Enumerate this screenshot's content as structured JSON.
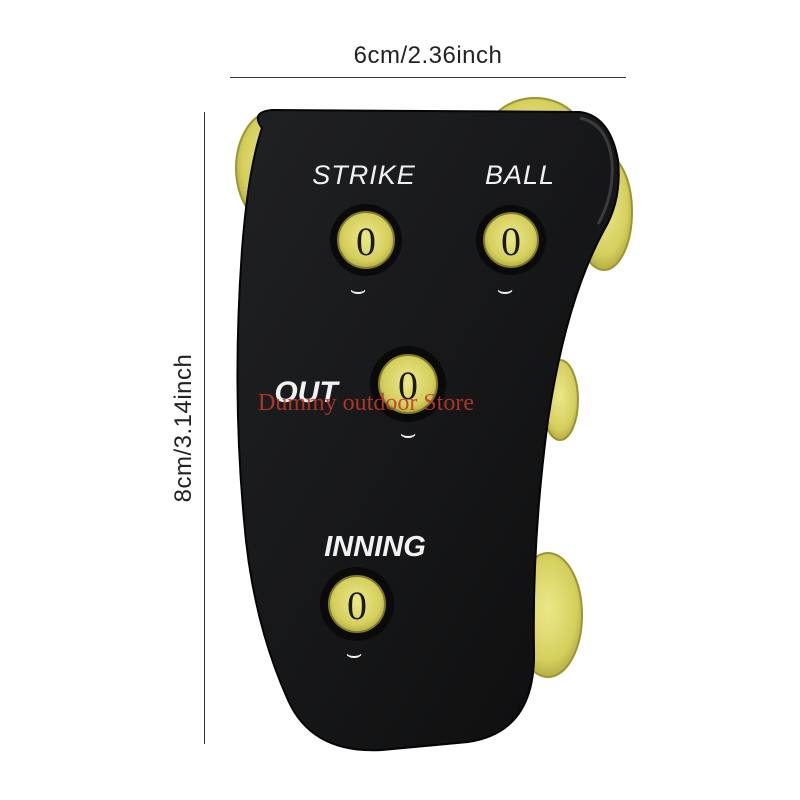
{
  "dimensions": {
    "width_label": "6cm/2.36inch",
    "height_label": "8cm/3.14inch"
  },
  "counter": {
    "labels": {
      "strike": "STRIKE",
      "ball": "BALL",
      "out": "OUT",
      "inning": "INNING"
    },
    "dials": {
      "strike": "0",
      "ball": "0",
      "out": "0",
      "inning": "0"
    },
    "arrow_glyph": "⌣",
    "colors": {
      "body": "#151617",
      "wheel": "#d8d36a",
      "text": "#f2f2f2"
    }
  },
  "watermark": "Dummy outdoor Store"
}
